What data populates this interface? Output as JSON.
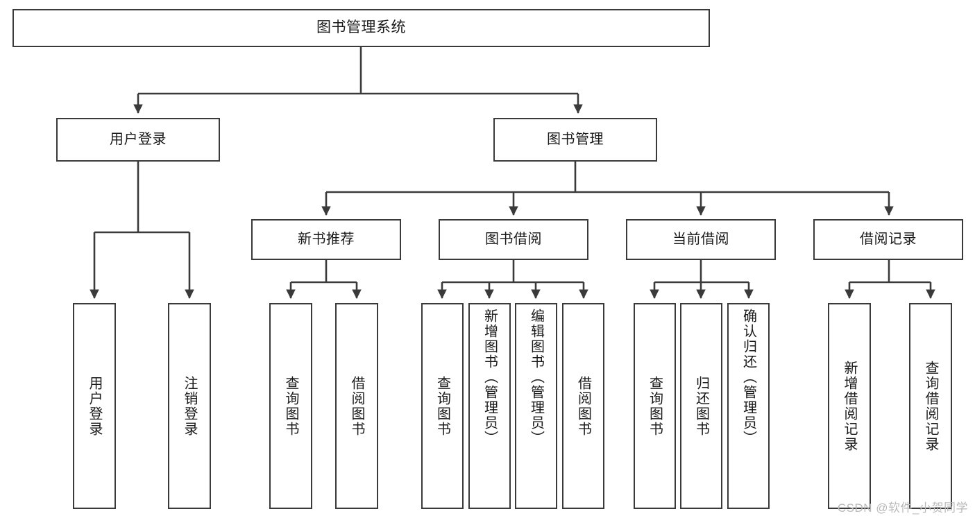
{
  "diagram": {
    "title": "图书管理系统",
    "type": "tree-hierarchy-diagram",
    "root": {
      "id": "root",
      "label": "图书管理系统"
    },
    "level2": [
      {
        "id": "user-login",
        "label": "用户登录"
      },
      {
        "id": "book-management",
        "label": "图书管理"
      }
    ],
    "level3": [
      {
        "id": "new-book-recommend",
        "label": "新书推荐"
      },
      {
        "id": "book-borrow",
        "label": "图书借阅"
      },
      {
        "id": "current-borrow",
        "label": "当前借阅"
      },
      {
        "id": "borrow-record",
        "label": "借阅记录"
      }
    ],
    "leaves": {
      "user_login": [
        {
          "id": "leaf-user-login",
          "label": "用户登录"
        },
        {
          "id": "leaf-logout-login",
          "label": "注销登录"
        }
      ],
      "new_book_recommend": [
        {
          "id": "leaf-query-book-1",
          "label": "查询图书"
        },
        {
          "id": "leaf-borrow-book-1",
          "label": "借阅图书"
        }
      ],
      "book_borrow": [
        {
          "id": "leaf-query-book-2",
          "label": "查询图书"
        },
        {
          "id": "leaf-add-book",
          "label": "新增图书（管理员）"
        },
        {
          "id": "leaf-edit-book",
          "label": "编辑图书（管理员）"
        },
        {
          "id": "leaf-borrow-book-2",
          "label": "借阅图书"
        }
      ],
      "current_borrow": [
        {
          "id": "leaf-query-book-3",
          "label": "查询图书"
        },
        {
          "id": "leaf-return-book",
          "label": "归还图书"
        },
        {
          "id": "leaf-confirm-return",
          "label": "确认归还（管理员）"
        }
      ],
      "borrow_record": [
        {
          "id": "leaf-add-record",
          "label": "新增借阅记录"
        },
        {
          "id": "leaf-query-record",
          "label": "查询借阅记录"
        }
      ]
    }
  },
  "watermark": {
    "text": "CSDN @软件_小贺同学"
  },
  "colors": {
    "stroke": "#3a3a3a",
    "text": "#1a1a1a",
    "background": "#ffffff",
    "watermark": "#b9b9b9"
  }
}
